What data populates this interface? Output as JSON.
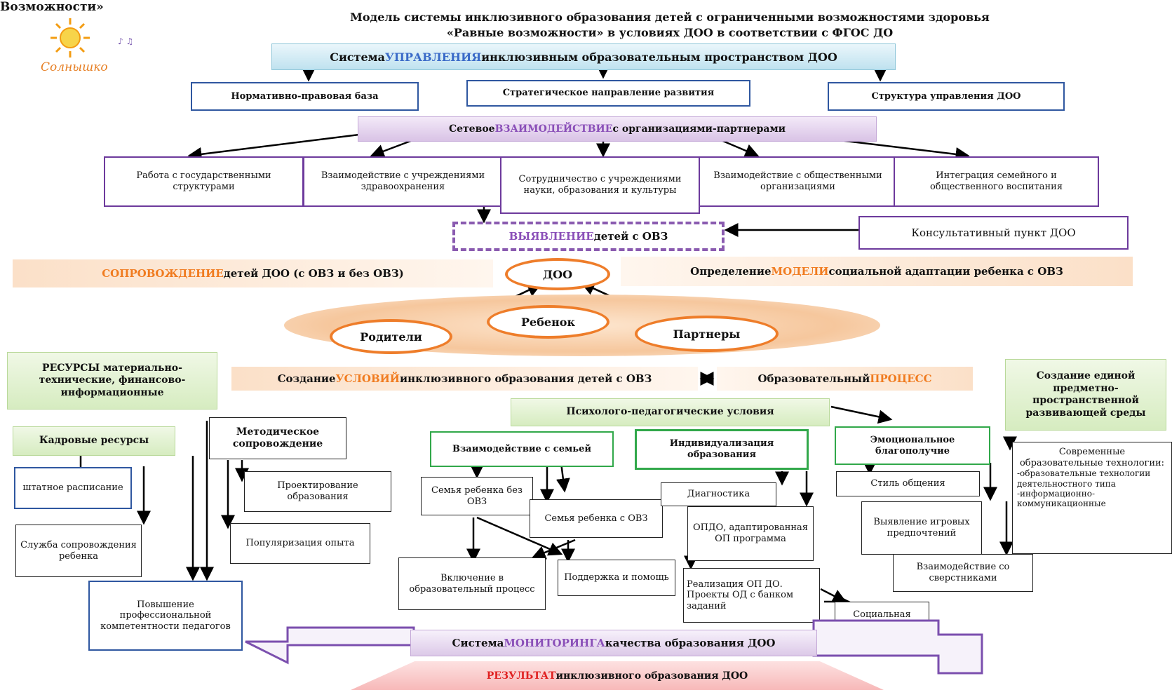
{
  "header": {
    "cut_title": "Возможности»",
    "title_line1": "Модель системы инклюзивного образования детей с ограниченными возможностями здоровья",
    "title_line2": "«Равные возможности» в условиях ДОО в соответствии с ФГОС ДО"
  },
  "logo": {
    "text": "Солнышко",
    "icon": "sun-icon"
  },
  "management": {
    "prefix": "Система ",
    "highlight": "УПРАВЛЕНИЯ",
    "suffix": " инклюзивным образовательным пространством ДОО",
    "items": [
      "Нормативно-правовая база",
      "Стратегическое направление развития",
      "Структура управления ДОО"
    ]
  },
  "network": {
    "prefix": "Сетевое ",
    "highlight": "ВЗАИМОДЕЙСТВИЕ",
    "suffix": " с организациями-партнерами",
    "items": [
      "Работа с государственными структурами",
      "Взаимодействие с учреждениями здравоохранения",
      "Сотрудничество с учреждениями науки, образования и культуры",
      "Взаимодействие с общественными организациями",
      "Интеграция семейного и общественного воспитания"
    ]
  },
  "identification": {
    "highlight": "ВЫЯВЛЕНИЕ",
    "suffix": " детей с ОВЗ"
  },
  "consult": "Консультативный  пункт ДОО",
  "support": {
    "highlight": "СОПРОВОЖДЕНИЕ",
    "suffix": " детей ДОО (с ОВЗ и без ОВЗ)"
  },
  "model": {
    "prefix": "Определение ",
    "highlight": "МОДЕЛИ",
    "suffix": " социальной адаптации ребенка  с ОВЗ"
  },
  "triangle": {
    "doo": "ДОО",
    "child": "Ребенок",
    "parents": "Родители",
    "partners": "Партнеры"
  },
  "conditions": {
    "prefix": "Создание ",
    "highlight": "УСЛОВИЙ",
    "suffix": " инклюзивного образования детей с ОВЗ"
  },
  "process": {
    "prefix": "Образовательный ",
    "highlight": "ПРОЦЕСС"
  },
  "resources": {
    "title": "РЕСУРСЫ материально-технические, финансово-информационные",
    "staff": "Кадровые ресурсы",
    "staffing": "штатное расписание",
    "service": "Служба сопровождения ребенка",
    "method": "Методическое сопровождение",
    "design": "Проектирование образования",
    "popular": "Популяризация опыта",
    "qualification": "Повышение профессиональной компетентности педагогов"
  },
  "psych": {
    "title": "Психолого-педагогические условия",
    "family": "Взаимодействие с семьей",
    "family_no": "Семья ребенка без ОВЗ",
    "family_ovz": "Семья ребенка с ОВЗ",
    "inclusion": "Включение в образовательный процесс",
    "help": "Поддержка и помощь",
    "indiv": "Индивидуализация образования",
    "diag": "Диагностика",
    "opdo": "ОПДО, адаптированная ОП программа",
    "realization": "Реализация ОП ДО. Проекты ОД с банком заданий",
    "social": "Социальная адаптация",
    "emotional": "Эмоциональное благополучие",
    "style": "Стиль общения",
    "games": "Выявление игровых предпочтений",
    "peers": "Взаимодействие со сверстниками"
  },
  "environment": {
    "title": "Создание единой предметно-пространственной развивающей среды",
    "tech_title": "Современные образовательные технологии:",
    "tech_items": "-образовательные технологии деятельностного типа -информационно-коммуникационные"
  },
  "monitoring": {
    "prefix": "Система ",
    "highlight": "МОНИТОРИНГА",
    "suffix": " качества образования ДОО"
  },
  "result": {
    "highlight": "РЕЗУЛЬТАТ",
    "suffix": " инклюзивного образования ДОО"
  }
}
